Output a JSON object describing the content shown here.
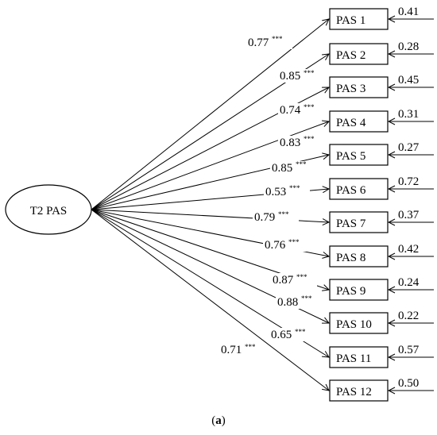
{
  "latent": {
    "label": "T2 PAS"
  },
  "items": [
    {
      "label": "PAS 1",
      "loading": "0.77",
      "sig": "***",
      "error": "0.41"
    },
    {
      "label": "PAS 2",
      "loading": "0.85",
      "sig": "***",
      "error": "0.28"
    },
    {
      "label": "PAS 3",
      "loading": "0.74",
      "sig": "***",
      "error": "0.45"
    },
    {
      "label": "PAS 4",
      "loading": "0.83",
      "sig": "***",
      "error": "0.31"
    },
    {
      "label": "PAS 5",
      "loading": "0.85",
      "sig": "***",
      "error": "0.27"
    },
    {
      "label": "PAS 6",
      "loading": "0.53",
      "sig": "***",
      "error": "0.72"
    },
    {
      "label": "PAS 7",
      "loading": "0.79",
      "sig": "***",
      "error": "0.37"
    },
    {
      "label": "PAS 8",
      "loading": "0.76",
      "sig": "***",
      "error": "0.42"
    },
    {
      "label": "PAS 9",
      "loading": "0.87",
      "sig": "***",
      "error": "0.24"
    },
    {
      "label": "PAS 10",
      "loading": "0.88",
      "sig": "***",
      "error": "0.22"
    },
    {
      "label": "PAS 11",
      "loading": "0.65",
      "sig": "***",
      "error": "0.57"
    },
    {
      "label": "PAS 12",
      "loading": "0.71",
      "sig": "***",
      "error": "0.50"
    }
  ],
  "caption": {
    "open": "(",
    "letter": "a",
    "close": ")"
  }
}
